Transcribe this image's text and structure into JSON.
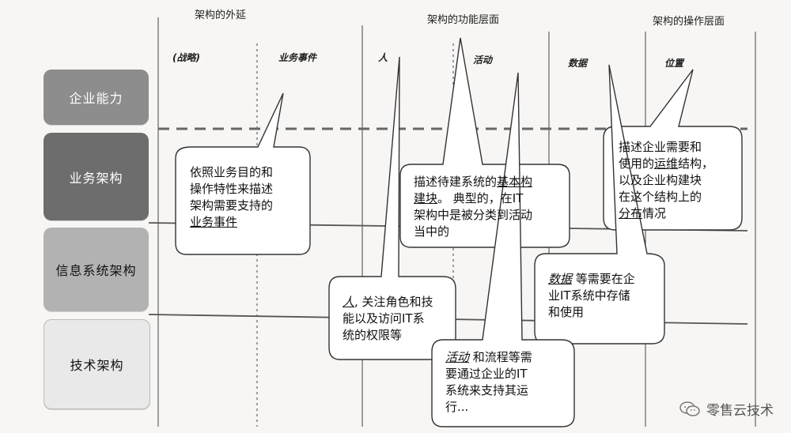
{
  "headers": {
    "extension": "架构的外延",
    "functional": "架构的功能层面",
    "operational": "架构的操作层面"
  },
  "columns": [
    "(战略)",
    "业务事件",
    "人",
    "活动",
    "数据",
    "位置"
  ],
  "rows": [
    {
      "label": "企业能力"
    },
    {
      "label": "业务架构"
    },
    {
      "label": "信息系统架构"
    },
    {
      "label": "技术架构"
    }
  ],
  "callouts": {
    "business_event": {
      "l1": "依照业务目的和",
      "l2": "操作特性来描述",
      "l3": "架构需要支持的",
      "l4": "业务事件"
    },
    "building_block": {
      "pre": "描述待建系统的",
      "u1": "基本构",
      "u2": "建块",
      "mid": "。 典型的，在IT",
      "l3": "架构中是被分类到活动",
      "l4": "当中的"
    },
    "location": {
      "l1": "描述企业需要和",
      "pre2": "使用的",
      "u2": "运维",
      "post2": "结构，",
      "l3": "以及企业构建块",
      "l4": "在这个结构上的",
      "u5": "分布",
      "post5": "情况"
    },
    "data": {
      "u1": "数据",
      "post1": " 等需要在企",
      "l2": "业IT系统中存储",
      "l3": "和使用"
    },
    "people": {
      "u1": "人",
      "post1": ", 关注角色和技",
      "l2": "能以及访问IT系",
      "l3": "统的权限等"
    },
    "activity": {
      "u1": "活动",
      "post1": " 和流程等需",
      "l2": "要通过企业的IT",
      "l3": "系统来支持其运",
      "l4": "行..."
    }
  },
  "watermark": "零售云技术",
  "colors": {
    "row1": "#8d8d8d",
    "row2": "#6d6d6d",
    "row3": "#b2b2b2",
    "row4": "#e9e9e9"
  }
}
